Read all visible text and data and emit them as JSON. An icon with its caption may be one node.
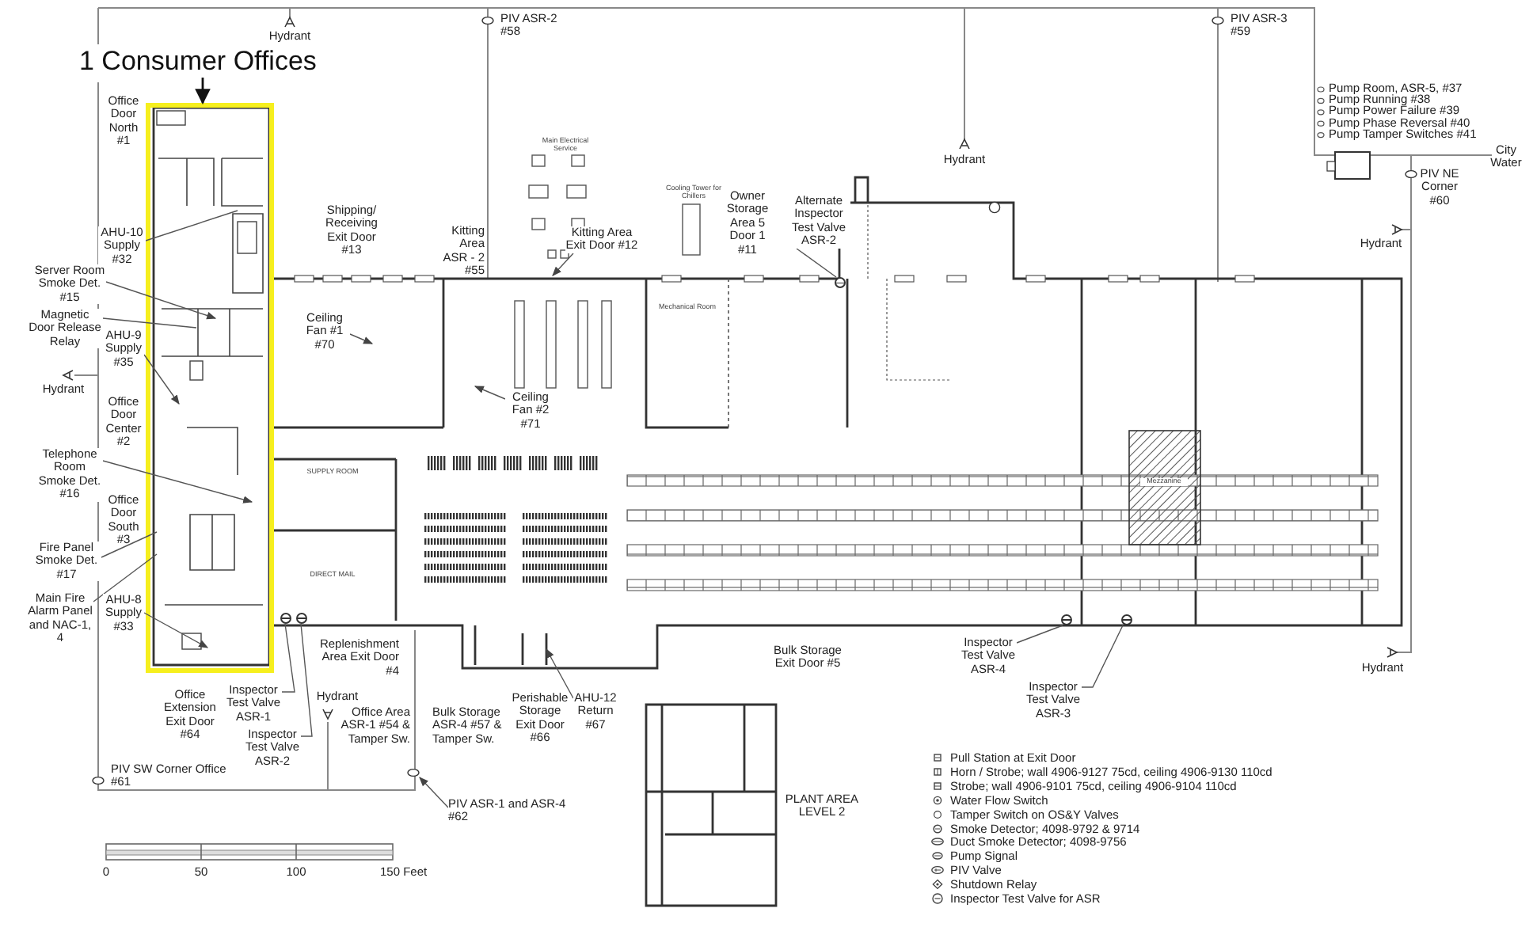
{
  "diagram": {
    "nodes": [
      {
        "text": [
          "1 Consumer Offices"
        ]
      },
      {
        "text": [],
        "shape": "box"
      },
      {
        "text": [
          "AHU-10 Supply #32"
        ]
      },
      {
        "text": [
          "Server Room Smoke Det. #15"
        ]
      },
      {
        "text": [
          "Magnetic Door Release Relay"
        ]
      },
      {
        "text": [
          "AHU-9 Supply #35"
        ]
      },
      {
        "text": [
          "Telephone Room Smoke Det. #16"
        ]
      },
      {
        "text": [
          "Fire Panel Smoke Det. #17"
        ]
      },
      {
        "text": [
          "Main Fire Alarm Panel and NAC-1, 4"
        ]
      },
      {
        "text": [
          "AHU-8 Supply #33"
        ]
      },
      {
        "text": [
          "Inspector Test Valve ASR-1"
        ]
      },
      {
        "text": [
          "Inspector Test Valve ASR-2"
        ]
      },
      {
        "text": [
          "Ceiling Fan #1 #70"
        ]
      },
      {
        "text": [
          "Ceiling Fan #2 #71"
        ]
      },
      {
        "text": [
          "Kitting Area Exit Door #12"
        ]
      },
      {
        "text": [
          "Alternate Inspector Test Valve ASR-2"
        ]
      },
      {
        "text": [
          "AHU-12 Return #67"
        ]
      },
      {
        "text": [
          "PIV ASR-1 and ASR-4 #62"
        ]
      },
      {
        "text": [
          "Inspector Test Valve ASR-4"
        ]
      },
      {
        "text": [
          "Inspector Test Valve ASR-3"
        ]
      },
      {
        "text": [],
        "shape": "circle"
      },
      {
        "text": [],
        "shape": "circle"
      },
      {
        "text": [],
        "shape": "circle"
      },
      {
        "text": [],
        "shape": "circle"
      },
      {
        "text": [],
        "shape": "circle"
      }
    ],
    "edges": [
      {
        "from": 0,
        "to": 1,
        "arrow": "to"
      },
      {
        "from": 2,
        "to": 1,
        "arrow": "none"
      },
      {
        "from": 3,
        "to": 1,
        "arrow": "to"
      },
      {
        "from": 4,
        "to": 1,
        "arrow": "none"
      },
      {
        "from": 5,
        "to": 1,
        "arrow": "to"
      },
      {
        "from": 6,
        "to": 1,
        "arrow": "to"
      },
      {
        "from": 7,
        "to": 1,
        "arrow": "none"
      },
      {
        "from": 8,
        "to": 1,
        "arrow": "none"
      },
      {
        "from": 9,
        "to": 1,
        "arrow": "to"
      },
      {
        "from": 10,
        "to": 20,
        "arrow": "none"
      },
      {
        "from": 11,
        "to": 21,
        "arrow": "none"
      },
      {
        "from": 12,
        "to": null,
        "arrow": "to"
      },
      {
        "from": 13,
        "to": null,
        "arrow": "to"
      },
      {
        "from": 14,
        "to": null,
        "arrow": "to"
      },
      {
        "from": 15,
        "to": 22,
        "arrow": "none"
      },
      {
        "from": 16,
        "to": null,
        "arrow": "to"
      },
      {
        "from": 17,
        "to": null,
        "arrow": "to"
      },
      {
        "from": 18,
        "to": 23,
        "arrow": "none"
      },
      {
        "from": 19,
        "to": 24,
        "arrow": "none"
      }
    ],
    "labels": [
      "Hydrant",
      "PIV ASR-2 #58",
      "PIV ASR-3 #59",
      "Office Door North #1",
      "Shipping/ Receiving Exit Door #13",
      "Kitting Area ASR - 2 #55",
      "Main Electrical Service",
      "Cooling Tower for Chillers",
      "Owner Storage Area 5 Door 1 #11",
      "Hydrant",
      "Pump Room, ASR-5, #37",
      "Pump Running #38",
      "Pump Power Failure #39",
      "Pump Phase Reversal #40",
      "Pump Tamper Switches #41",
      "City Water",
      "PIV NE Corner #60",
      "Hydrant",
      "Hydrant",
      "Office Door Center #2",
      "Mechanical Room",
      "SUPPLY ROOM",
      "Mezzanine",
      "Office Door South #3",
      "DIRECT MAIL",
      "Replenishment Area Exit Door #4",
      "Bulk Storage Exit Door #5",
      "Office Extension Exit Door #64",
      "Hydrant",
      "Office Area ASR-1 #54 & Tamper Sw.",
      "Bulk Storage ASR-4 #57 & Tamper Sw.",
      "Perishable Storage Exit Door #66",
      "Hydrant",
      "PIV SW Corner Office #61",
      "PLANT AREA LEVEL 2",
      "0",
      "50",
      "100",
      "150 Feet"
    ],
    "legend": [
      {
        "text": "Pull Station at Exit Door"
      },
      {
        "text": "Horn / Strobe; wall 4906-9127 75cd, ceiling 4906-9130 110cd"
      },
      {
        "text": "Strobe; wall 4906-9101 75cd, ceiling 4906-9104 110cd"
      },
      {
        "text": "Water Flow Switch"
      },
      {
        "text": "Tamper Switch on OS&Y Valves"
      },
      {
        "text": "Smoke Detector; 4098-9792 & 9714"
      },
      {
        "text": "Duct Smoke Detector; 4098-9756"
      },
      {
        "text": "Pump Signal"
      },
      {
        "text": "PIV Valve"
      },
      {
        "text": "Shutdown Relay"
      },
      {
        "text": "Inspector Test Valve for ASR"
      }
    ]
  }
}
